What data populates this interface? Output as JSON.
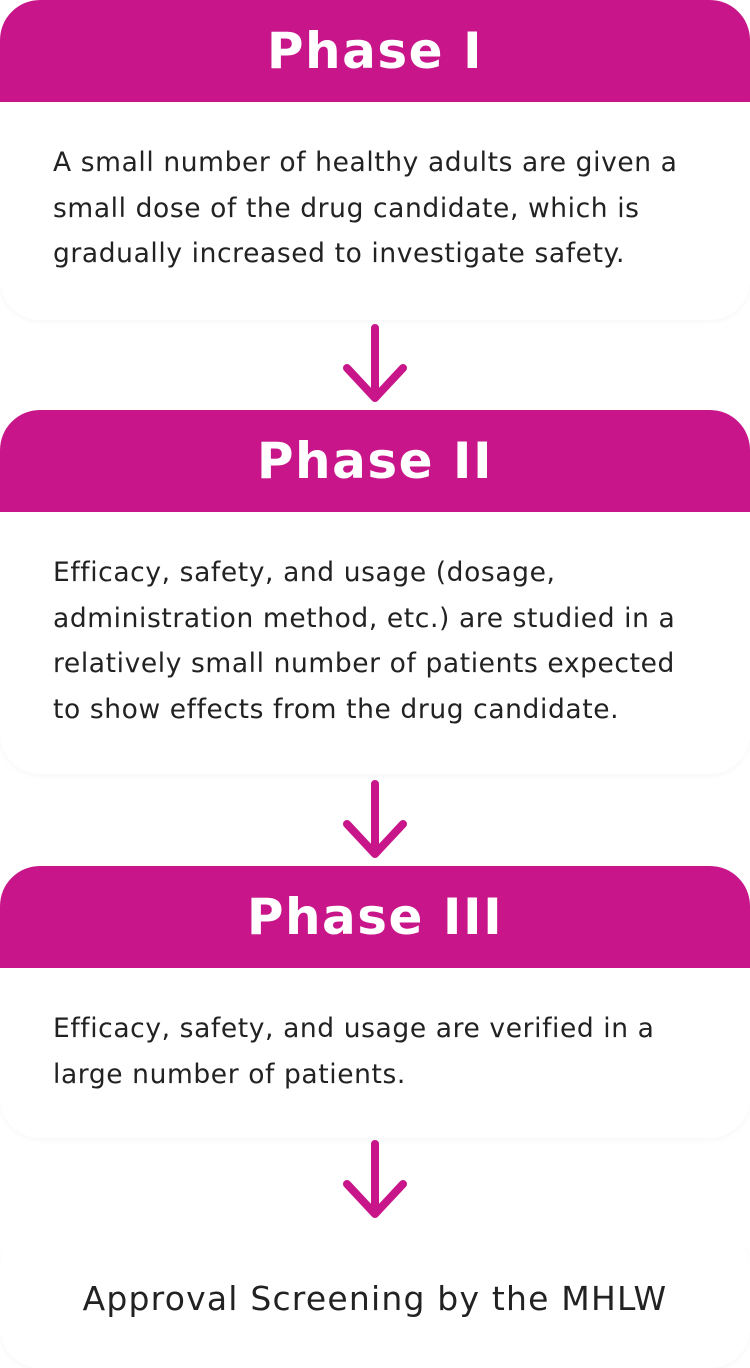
{
  "accent_color": "#c8168a",
  "phases": [
    {
      "title": "Phase I",
      "description": "A small number of healthy adults are given a small dose of the drug candidate, which is gradually increased to investigate safety."
    },
    {
      "title": "Phase II",
      "description": "Efficacy, safety, and usage (dosage, administration method, etc.) are studied in a relatively small number of patients expected to show effects from the drug candidate."
    },
    {
      "title": "Phase III",
      "description": "Efficacy, safety, and usage are verified in a large number of patients."
    }
  ],
  "arrows": [
    {
      "icon": "down-arrow-icon"
    },
    {
      "icon": "down-arrow-icon"
    },
    {
      "icon": "down-arrow-icon"
    }
  ],
  "final_step": {
    "label": "Approval Screening by the MHLW"
  }
}
